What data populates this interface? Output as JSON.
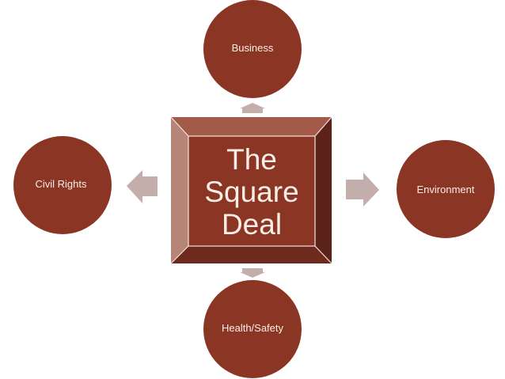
{
  "diagram": {
    "center": {
      "lines": [
        "The",
        "Square",
        "Deal"
      ]
    },
    "nodes": {
      "top": {
        "label": "Business"
      },
      "left": {
        "label": "Civil Rights"
      },
      "right": {
        "label": "Environment"
      },
      "bottom": {
        "label": "Health/Safety"
      }
    },
    "colors": {
      "node_fill": "#8b3525",
      "center_face": "#8b3525",
      "bevel_top": "#a35a48",
      "bevel_left": "#b78478",
      "bevel_right": "#5a2218",
      "bevel_bottom": "#6e2a1d",
      "arrow_fill": "#c4aeac",
      "text": "#fbeee6"
    }
  }
}
